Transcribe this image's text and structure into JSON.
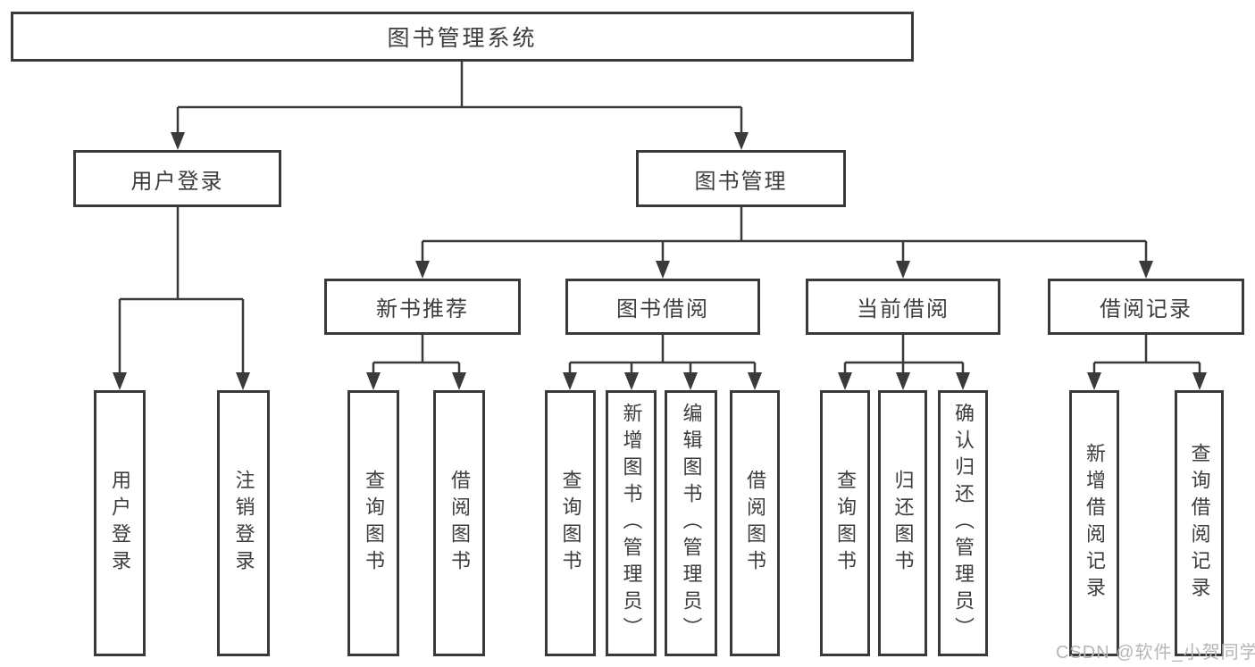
{
  "title": "图书管理系统",
  "nodes": {
    "root": "图书管理系统",
    "level2": [
      "用户登录",
      "图书管理"
    ],
    "level3": [
      "新书推荐",
      "图书借阅",
      "当前借阅",
      "借阅记录"
    ],
    "leaves": {
      "user_login": [
        "用户登录",
        "注销登录"
      ],
      "new_book_recommend": [
        "查询图书",
        "借阅图书"
      ],
      "book_borrowing": [
        "查询图书",
        "新增图书（管理员）",
        "编辑图书（管理员）",
        "借阅图书"
      ],
      "current_borrowing": [
        "查询图书",
        "归还图书",
        "确认归还（管理员）"
      ],
      "borrowing_records": [
        "新增借阅记录",
        "查询借阅记录"
      ]
    }
  },
  "watermark": "CSDN @软件_小贺同学",
  "colors": {
    "line": "#3a3a3a",
    "text": "#3d3d3d",
    "background": "#ffffff",
    "watermark": "#b6b6b6"
  }
}
